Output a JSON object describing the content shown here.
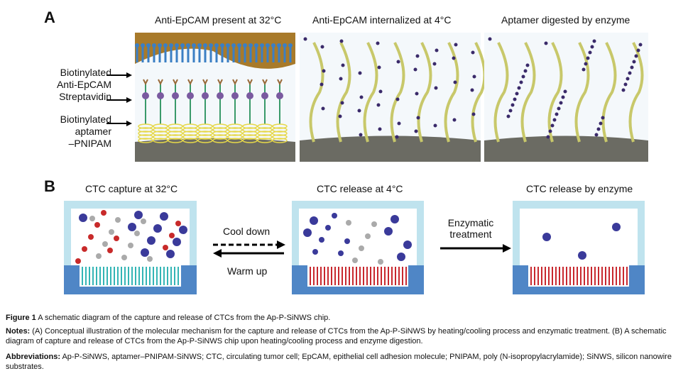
{
  "panel_a": {
    "label": "A",
    "titles": [
      "Anti-EpCAM present at 32°C",
      "Anti-EpCAM internalized at 4°C",
      "Aptamer digested by enzyme"
    ],
    "labels": {
      "biotin_antibody": [
        "Biotinylated",
        "Anti-EpCAM"
      ],
      "streptavidin": "Streptavidin",
      "aptamer": [
        "Biotinylated",
        "aptamer",
        "–PNIPAM"
      ]
    }
  },
  "panel_b": {
    "label": "B",
    "titles": [
      "CTC capture at 32°C",
      "CTC release at 4°C",
      "CTC release by enzyme"
    ],
    "cool": "Cool down",
    "warm": "Warm up",
    "enzyme": [
      "Enzymatic",
      "treatment"
    ]
  },
  "caption": {
    "fig_label": "Figure 1",
    "fig_text": " A schematic diagram of the capture and release of CTCs from the Ap-P-SiNWS chip.",
    "notes_label": "Notes:",
    "notes_text": "(A) Conceptual illustration of the molecular mechanism for the capture and release of CTCs from the Ap-P-SiNWS by heating/cooling process and enzymatic treatment. (B) A schematic diagram of capture and release of CTCs from the Ap-P-SiNWS chip upon heating/cooling process and enzyme digestion.",
    "abbr_label": "Abbreviations:",
    "abbr_text": " Ap-P-SiNWS, aptamer–PNIPAM-SiNWS; CTC, circulating tumor cell; EpCAM, epithelial cell adhesion molecule; PNIPAM, poly (N-isopropylacrylamide); SiNWS, silicon nanowire substrates."
  },
  "colors": {
    "membrane": "#a87a2a",
    "lipid": "#3b7fc4",
    "substrate": "#6b6b63",
    "pnipam": "#e6d84a",
    "chamber": "#bfe3ee",
    "base": "#4f86c6",
    "wire_cyan": "#33b5b5",
    "wire_red": "#c8282e"
  }
}
